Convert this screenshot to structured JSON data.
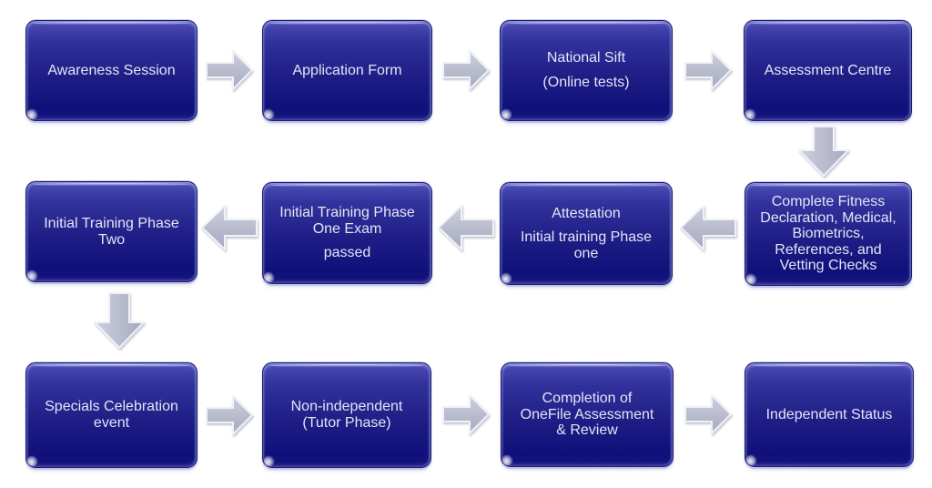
{
  "diagram_title": "Specials recruitment and training process flow",
  "theme": {
    "canvas-bg": "#ffffff",
    "node-fill-top": "#4d4db6",
    "node-fill-bottom": "#10107a",
    "node-border": "#1c1c6c",
    "node-text": "#e4e5f5",
    "arrow-fill-light": "#cdd0de",
    "arrow-fill-dark": "#a6a9bd",
    "arrow-outline": "#f0f2f8"
  },
  "nodes": [
    {
      "id": "awareness-session",
      "label": "Awareness Session",
      "paragraphs": [
        [
          "Awareness Session"
        ]
      ]
    },
    {
      "id": "application-form",
      "label": "Application Form",
      "paragraphs": [
        [
          "Application Form"
        ]
      ]
    },
    {
      "id": "national-sift",
      "label": "National Sift (Online tests)",
      "paragraphs": [
        [
          "National Sift"
        ],
        [
          "(Online tests)"
        ]
      ]
    },
    {
      "id": "assessment-centre",
      "label": "Assessment Centre",
      "paragraphs": [
        [
          "Assessment Centre"
        ]
      ]
    },
    {
      "id": "fitness-checks",
      "label": "Complete Fitness Declaration, Medical, Biometrics, References, and Vetting Checks",
      "paragraphs": [
        [
          "Complete Fitness",
          "Declaration, Medical,",
          "Biometrics,",
          "References, and",
          "Vetting Checks"
        ]
      ]
    },
    {
      "id": "attestation",
      "label": "Attestation Initial training Phase one",
      "paragraphs": [
        [
          "Attestation"
        ],
        [
          "Initial training Phase",
          "one"
        ]
      ]
    },
    {
      "id": "phase-one-exam",
      "label": "Initial Training Phase One Exam passed",
      "paragraphs": [
        [
          "Initial Training Phase",
          "One Exam"
        ],
        [
          "passed"
        ]
      ]
    },
    {
      "id": "phase-two",
      "label": "Initial Training Phase Two",
      "paragraphs": [
        [
          "Initial Training Phase",
          "Two"
        ]
      ]
    },
    {
      "id": "specials-celebration",
      "label": "Specials Celebration event",
      "paragraphs": [
        [
          "Specials Celebration",
          "event"
        ]
      ]
    },
    {
      "id": "non-independent",
      "label": "Non-independent (Tutor Phase)",
      "paragraphs": [
        [
          "Non-independent",
          "(Tutor Phase)"
        ]
      ]
    },
    {
      "id": "onefile-completion",
      "label": "Completion of OneFile Assessment & Review",
      "paragraphs": [
        [
          "Completion of",
          "OneFile Assessment",
          "& Review"
        ]
      ]
    },
    {
      "id": "independent-status",
      "label": "Independent Status",
      "paragraphs": [
        [
          "Independent Status"
        ]
      ]
    }
  ],
  "connections": [
    {
      "from": "awareness-session",
      "to": "application-form",
      "direction": "right"
    },
    {
      "from": "application-form",
      "to": "national-sift",
      "direction": "right"
    },
    {
      "from": "national-sift",
      "to": "assessment-centre",
      "direction": "right"
    },
    {
      "from": "assessment-centre",
      "to": "fitness-checks",
      "direction": "down"
    },
    {
      "from": "fitness-checks",
      "to": "attestation",
      "direction": "left"
    },
    {
      "from": "attestation",
      "to": "phase-one-exam",
      "direction": "left"
    },
    {
      "from": "phase-one-exam",
      "to": "phase-two",
      "direction": "left"
    },
    {
      "from": "phase-two",
      "to": "specials-celebration",
      "direction": "down"
    },
    {
      "from": "specials-celebration",
      "to": "non-independent",
      "direction": "right"
    },
    {
      "from": "non-independent",
      "to": "onefile-completion",
      "direction": "right"
    },
    {
      "from": "onefile-completion",
      "to": "independent-status",
      "direction": "right"
    }
  ]
}
